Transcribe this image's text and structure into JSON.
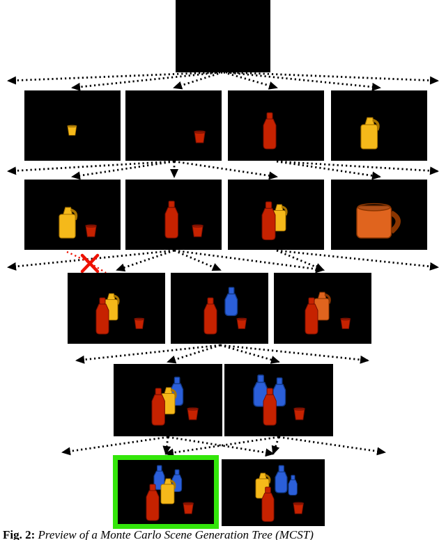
{
  "caption": {
    "label": "Fig. 2:",
    "text": " Preview of a Monte Carlo Scene Generation Tree (MCST)"
  },
  "colors": {
    "background": "#ffffff",
    "panel": "#000000",
    "arrow": "#000000",
    "prune_x": "#ee1100",
    "highlight": "#33e60a",
    "yellow_object": "#f5b91a",
    "red_object": "#c62200",
    "orange_object": "#e0641e",
    "blue_object": "#2b5fd9"
  },
  "tree": {
    "root": {
      "name": "root-scene-node",
      "appearance": "solid-black-panel"
    },
    "edge_style": "dotted-arrows",
    "levels": [
      {
        "index": 1,
        "nodes": [
          {
            "objects": [
              "yellow-cup"
            ]
          },
          {
            "objects": [
              "red-cup"
            ]
          },
          {
            "objects": [
              "red-bottle"
            ]
          },
          {
            "objects": [
              "yellow-jug"
            ]
          }
        ]
      },
      {
        "index": 2,
        "nodes": [
          {
            "objects": [
              "yellow-jug",
              "red-cup"
            ],
            "pruned": true
          },
          {
            "objects": [
              "red-bottle",
              "red-cup"
            ]
          },
          {
            "objects": [
              "yellow-jug",
              "red-bottle"
            ]
          },
          {
            "objects": [
              "orange-mug"
            ]
          }
        ]
      },
      {
        "index": 3,
        "nodes": [
          {
            "objects": [
              "yellow-jug",
              "red-bottle",
              "red-cup"
            ]
          },
          {
            "objects": [
              "red-bottle",
              "blue-bottle",
              "red-cup"
            ]
          },
          {
            "objects": [
              "orange-jug",
              "red-bottle",
              "red-cup"
            ]
          }
        ]
      },
      {
        "index": 4,
        "nodes": [
          {
            "objects": [
              "blue-bottle",
              "yellow-jug",
              "red-bottle",
              "red-cup"
            ]
          },
          {
            "objects": [
              "blue-bottle",
              "blue-bottle",
              "red-bottle",
              "red-cup"
            ]
          }
        ]
      },
      {
        "index": 5,
        "nodes": [
          {
            "objects": [
              "blue-bottle",
              "blue-bottle",
              "yellow-jug",
              "red-bottle",
              "red-cup"
            ],
            "selected": true
          },
          {
            "objects": [
              "yellow-jug",
              "blue-bottle",
              "blue-bottle",
              "red-bottle",
              "red-cup"
            ]
          }
        ]
      }
    ],
    "pruned_marker": "red-x"
  }
}
